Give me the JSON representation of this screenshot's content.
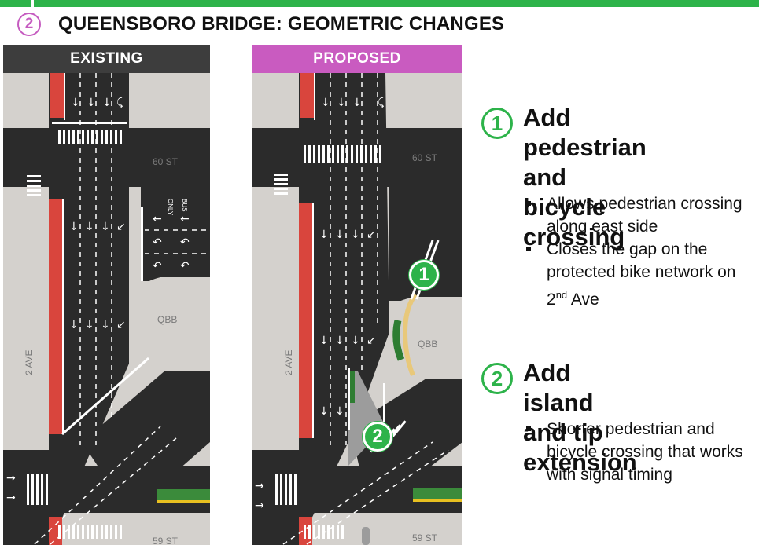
{
  "header": {
    "section_number": "2",
    "title": "QUEENSBORO BRIDGE: GEOMETRIC CHANGES"
  },
  "panels": {
    "existing_label": "EXISTING",
    "proposed_label": "PROPOSED"
  },
  "map_labels": {
    "street_top": "60 ST",
    "street_bottom": "59 ST",
    "avenue": "2 AVE",
    "bridge": "QBB",
    "pavement_only": "ONLY",
    "pavement_bus": "BUS"
  },
  "callouts": {
    "marker_1": "1",
    "marker_2": "2"
  },
  "items": [
    {
      "number": "1",
      "heading": "Add pedestrian\nand bicycle\ncrossing",
      "bullets": [
        "Allows pedestrian crossing along east side",
        "Closes the gap on the protected bike network on 2",
        "nd",
        " Ave"
      ]
    },
    {
      "number": "2",
      "heading": "Add island and tip\nextension",
      "bullets": [
        "Shorter pedestrian and bicycle crossing that works with signal timing"
      ]
    }
  ],
  "colors": {
    "accent_green": "#2db34a",
    "accent_magenta": "#c95bc0",
    "asphalt": "#2b2b2b",
    "sidewalk": "#d4d1cd",
    "bus_lane": "#d9453d"
  }
}
